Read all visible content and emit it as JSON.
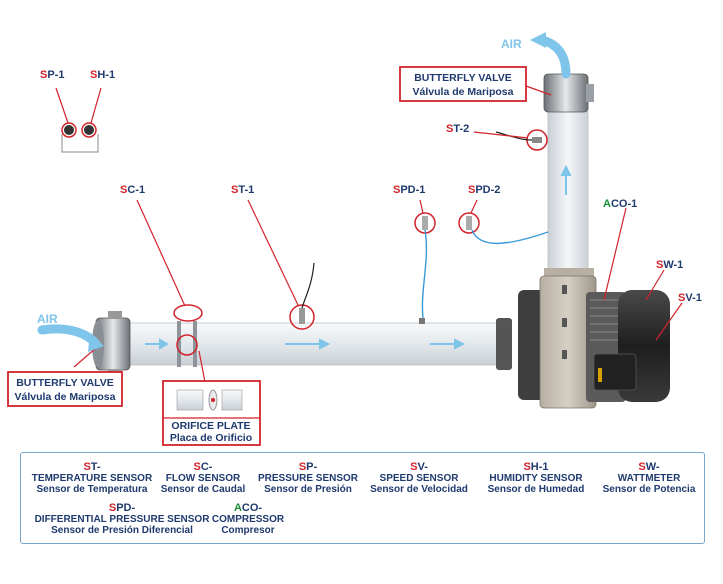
{
  "colors": {
    "red": "#d2232a",
    "navy": "#1f3a6e",
    "green": "#1a8f3a",
    "pipe": "#e8ecef",
    "air": "#7fc4ea",
    "motor": "#2a2a2a"
  },
  "labels": {
    "sp1": {
      "prefix": "S",
      "rest": "P-1"
    },
    "sh1": {
      "prefix": "S",
      "rest": "H-1"
    },
    "sc1": {
      "prefix": "S",
      "rest": "C-1"
    },
    "st1": {
      "prefix": "S",
      "rest": "T-1"
    },
    "spd1": {
      "prefix": "S",
      "rest": "PD-1"
    },
    "spd2": {
      "prefix": "S",
      "rest": "PD-2"
    },
    "st2": {
      "prefix": "S",
      "rest": "T-2"
    },
    "aco1": {
      "prefix": "A",
      "rest": "CO-1"
    },
    "sw1": {
      "prefix": "S",
      "rest": "W-1"
    },
    "sv1": {
      "prefix": "S",
      "rest": "V-1"
    }
  },
  "air_in": "AIR",
  "air_out": "AIR",
  "callouts": {
    "valve_top": {
      "en": "BUTTERFLY VALVE",
      "es": "Válvula de Mariposa"
    },
    "valve_left": {
      "en": "BUTTERFLY VALVE",
      "es": "Válvula de Mariposa"
    },
    "orifice": {
      "en": "ORIFICE PLATE",
      "es": "Placa de Orificio"
    }
  },
  "legend": [
    {
      "p": "S",
      "c": "T-",
      "en": "TEMPERATURE SENSOR",
      "es": "Sensor de Temperatura"
    },
    {
      "p": "S",
      "c": "C-",
      "en": "FLOW SENSOR",
      "es": "Sensor de Caudal"
    },
    {
      "p": "S",
      "c": "P-",
      "en": "PRESSURE SENSOR",
      "es": "Sensor de Presión"
    },
    {
      "p": "S",
      "c": "V-",
      "en": "SPEED SENSOR",
      "es": "Sensor de Velocidad"
    },
    {
      "p": "S",
      "c": "H-1",
      "en": "HUMIDITY SENSOR",
      "es": "Sensor de Humedad"
    },
    {
      "p": "S",
      "c": "W-",
      "en": "WATTMETER",
      "es": "Sensor de Potencia"
    },
    {
      "p": "S",
      "c": "PD-",
      "en": "DIFFERENTIAL PRESSURE SENSOR",
      "es": "Sensor de Presión Diferencial"
    },
    {
      "p": "A",
      "c": "CO-",
      "en": "COMPRESSOR",
      "es": "Compresor"
    }
  ]
}
